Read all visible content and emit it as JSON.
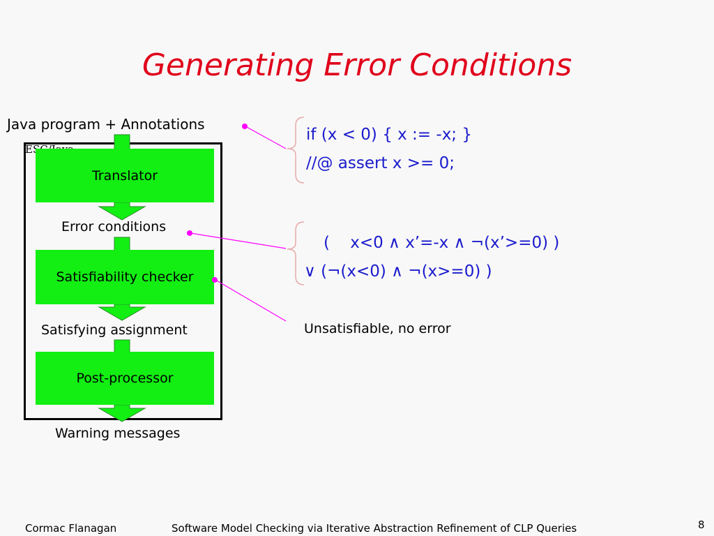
{
  "title": "Generating Error Conditions",
  "pipeline": {
    "input_label": "Java program + Annotations",
    "container_label": "ESC/Java",
    "stages": [
      {
        "label": "Translator"
      },
      {
        "label": "Satisfiability checker"
      },
      {
        "label": "Post-processor"
      }
    ],
    "intermediate": {
      "error_conditions": "Error conditions",
      "satisfying_assignment": "Satisfying assignment",
      "warning_messages": "Warning messages"
    }
  },
  "callouts": {
    "program": {
      "line1": "if (x < 0) { x := -x; }",
      "line2": "//@ assert x >= 0;"
    },
    "condition": {
      "line1": "(    x<0 ∧ x’=-x ∧ ¬(x’>=0) )",
      "line2": "∨ (¬(x<0) ∧ ¬(x>=0) )"
    },
    "result": "Unsatisfiable, no error"
  },
  "colors": {
    "title": "#e0001b",
    "stage_fill": "#13ef13",
    "code": "#1a1acd",
    "connector": "#ff00ff"
  },
  "footer": {
    "author": "Cormac Flanagan",
    "talk": "Software Model Checking via Iterative Abstraction Refinement of CLP Queries",
    "page": "8"
  }
}
